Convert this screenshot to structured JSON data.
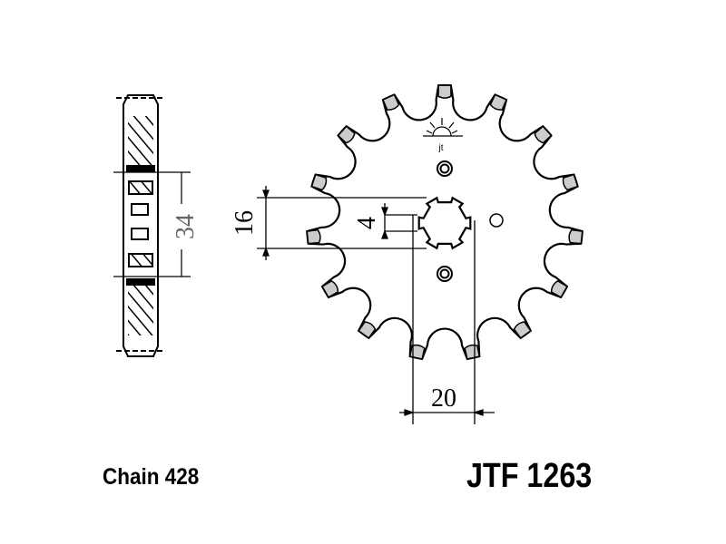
{
  "chain_label": "Chain 428",
  "part_number": "JTF 1263",
  "dimensions": {
    "pitch_diameter_inner": "34",
    "spline_diameter": "16",
    "key": "4",
    "hub_width": "20"
  },
  "teeth_count": 15,
  "logo_text": "jt"
}
